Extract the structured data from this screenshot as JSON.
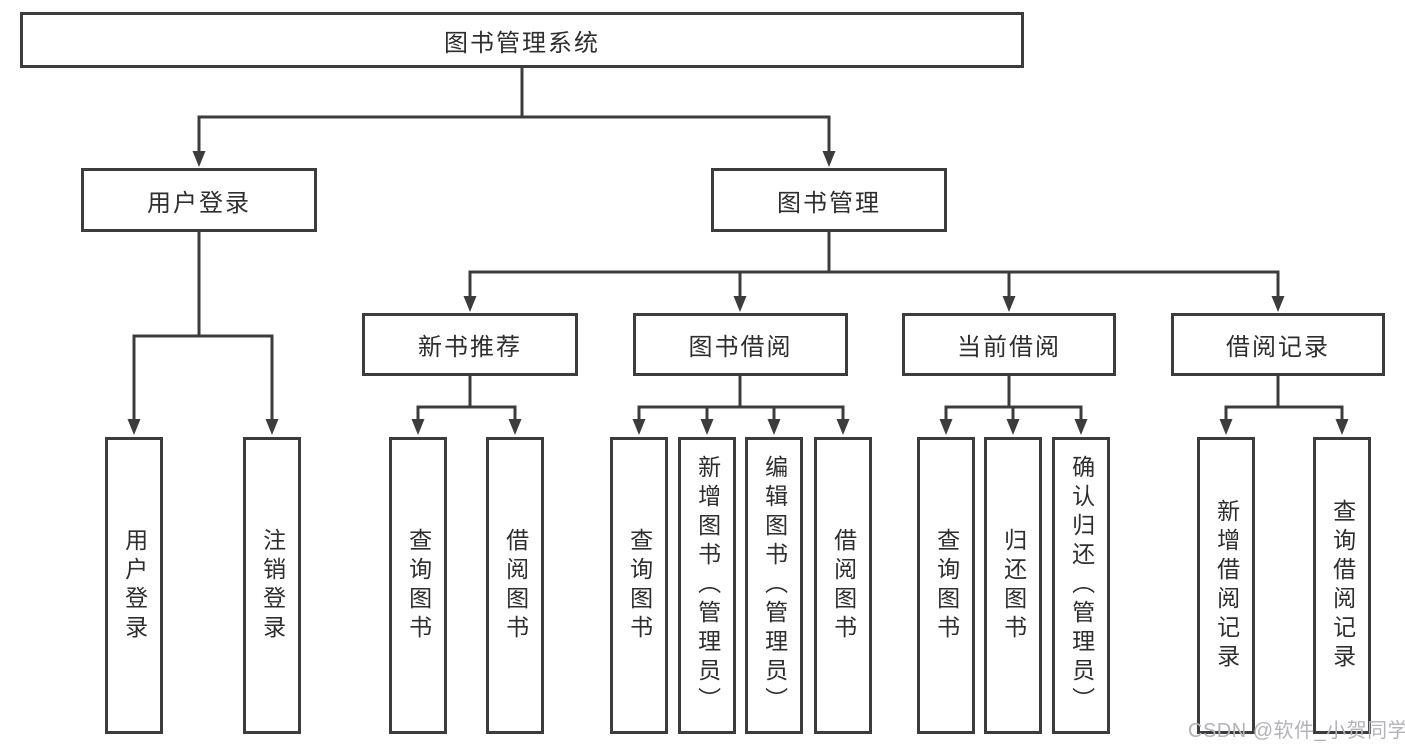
{
  "root": {
    "label": "图书管理系统"
  },
  "branches": [
    {
      "label": "用户登录",
      "leaves": [
        "用户登录",
        "注销登录"
      ]
    },
    {
      "label": "图书管理",
      "groups": [
        {
          "label": "新书推荐",
          "leaves": [
            "查询图书",
            "借阅图书"
          ]
        },
        {
          "label": "图书借阅",
          "leaves": [
            "查询图书",
            "新增图书（管理员）",
            "编辑图书（管理员）",
            "借阅图书"
          ]
        },
        {
          "label": "当前借阅",
          "leaves": [
            "查询图书",
            "归还图书",
            "确认归还（管理员）"
          ]
        },
        {
          "label": "借阅记录",
          "leaves": [
            "新增借阅记录",
            "查询借阅记录"
          ]
        }
      ]
    }
  ],
  "watermark": "CSDN @软件_小贺同学",
  "colors": {
    "line": "#3c3c3c",
    "text": "#2e2e2e",
    "background": "#ffffff",
    "watermark": "#b3b3b8"
  }
}
